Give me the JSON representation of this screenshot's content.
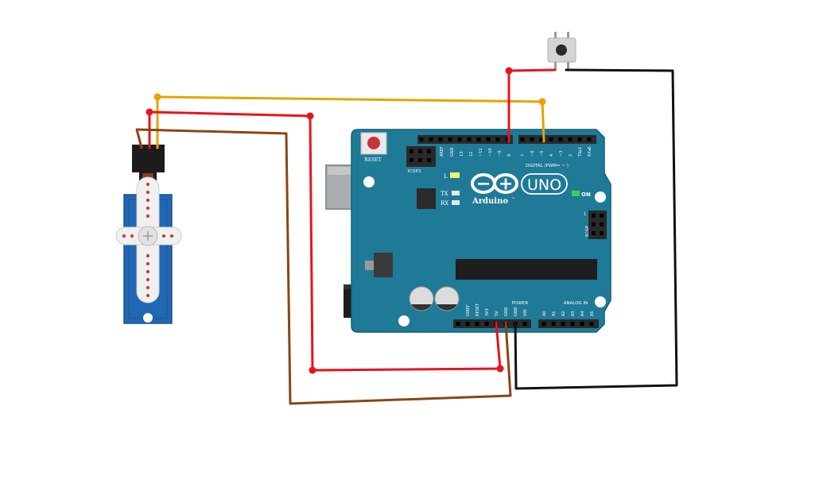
{
  "board": {
    "brand": "Arduino",
    "model": "UNO",
    "trademark": "™",
    "reset_label": "RESET",
    "icsp2_label": "ICSP2",
    "icsp_label": "ICSP",
    "icsp_pin1": "1",
    "led_l": "L",
    "led_tx": "TX",
    "led_rx": "RX",
    "on_label": "ON",
    "digital_label": "DIGITAL (PWM= ~ )",
    "power_label": "POWER",
    "analog_label": "ANALOG IN",
    "top_pins": [
      "AREF",
      "GND",
      "13",
      "12",
      "~11",
      "~10",
      "~9",
      "8",
      "7",
      "~6",
      "~5",
      "4",
      "~3",
      "2",
      "TX▸1",
      "RX◂0"
    ],
    "power_pins": [
      "IOREF",
      "RESET",
      "3V3",
      "5V",
      "GND",
      "GND",
      "VIN"
    ],
    "analog_pins": [
      "A0",
      "A1",
      "A2",
      "A3",
      "A4",
      "A5"
    ],
    "colors": {
      "pcb": "#1f7a97",
      "pcb_edge": "#165f76",
      "header": "#2a2a2a",
      "reset": "#c8323c"
    }
  },
  "wires": {
    "colors": {
      "signal": "#e5a400",
      "power": "#e8141c",
      "ground_servo": "#8b4513",
      "ground_button": "#111111"
    }
  },
  "icons": [
    "servo-icon",
    "push-button-icon",
    "arduino-infinity-logo-icon"
  ]
}
